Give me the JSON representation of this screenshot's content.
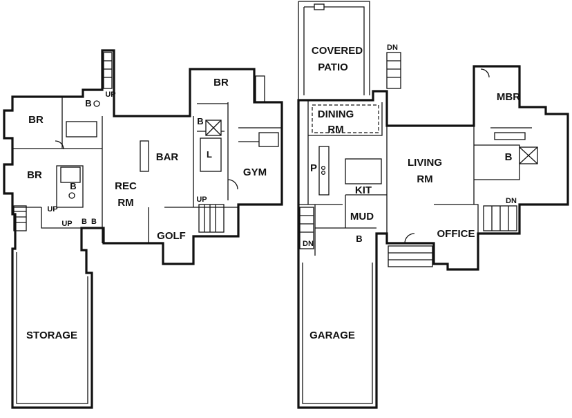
{
  "rooms": {
    "br_left_top": "BR",
    "br_left_bottom": "BR",
    "br_center_top": "BR",
    "bath_left_top": "B",
    "bath_left_bottom": "B",
    "bath_center": "B",
    "bath_stair": "B",
    "bath_stair_b": "B",
    "rec_rm_line1": "REC",
    "rec_rm_line2": "RM",
    "bar": "BAR",
    "laundry": "L",
    "gym": "GYM",
    "golf": "GOLF",
    "storage": "STORAGE",
    "covered_patio_line1": "COVERED",
    "covered_patio_line2": "PATIO",
    "dining_rm_line1": "DINING",
    "dining_rm_line2": "RM",
    "pantry": "P",
    "kit": "KIT",
    "living_rm_line1": "LIVING",
    "living_rm_line2": "RM",
    "mbr": "MBR",
    "bath_master": "B",
    "mud": "MUD",
    "bath_mud": "B",
    "office": "OFFICE",
    "garage": "GARAGE"
  },
  "stairs": {
    "up_top": "UP",
    "up_left": "UP",
    "up_left_lower": "UP",
    "up_center": "UP",
    "dn_patio": "DN",
    "dn_garage": "DN",
    "dn_right": "DN"
  }
}
